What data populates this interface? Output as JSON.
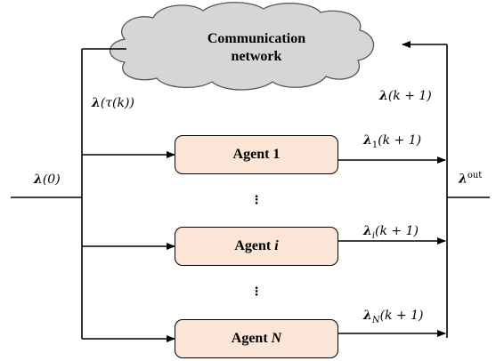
{
  "cloud": {
    "line1": "Communication",
    "line2": "network"
  },
  "agents": {
    "a1": "Agent 1",
    "ai_prefix": "Agent ",
    "ai_var": "i",
    "aN_prefix": "Agent ",
    "aN_var": "N"
  },
  "labels": {
    "input_lambda0": "(0)",
    "feedback_tau": "(τ(k))",
    "feedback_kplus1": "(k + 1)",
    "out1_sub": "1",
    "outi_sub": "i",
    "outN_sub": "N",
    "out_arg": "(k + 1)",
    "lambda_out_sup": "out",
    "lambda_symbol": "λ"
  },
  "vdots": "⋮"
}
